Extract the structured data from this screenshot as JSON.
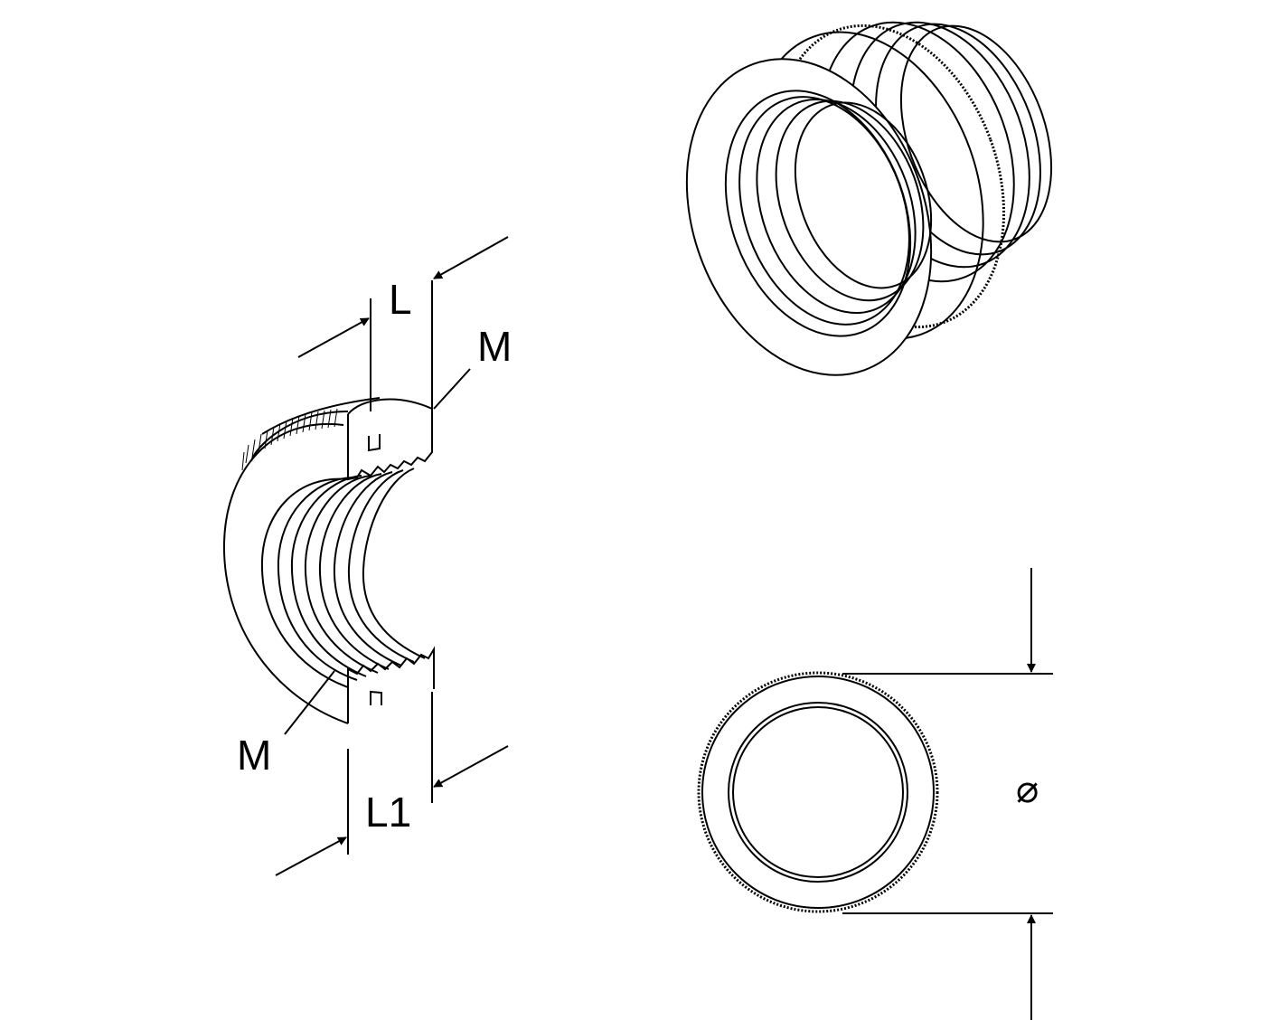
{
  "labels": {
    "length_top": "L",
    "thread_top": "M",
    "thread_bottom": "M",
    "length_bottom": "L1",
    "diameter": "⌀"
  },
  "colors": {
    "line": "#000000",
    "background": "#ffffff"
  }
}
